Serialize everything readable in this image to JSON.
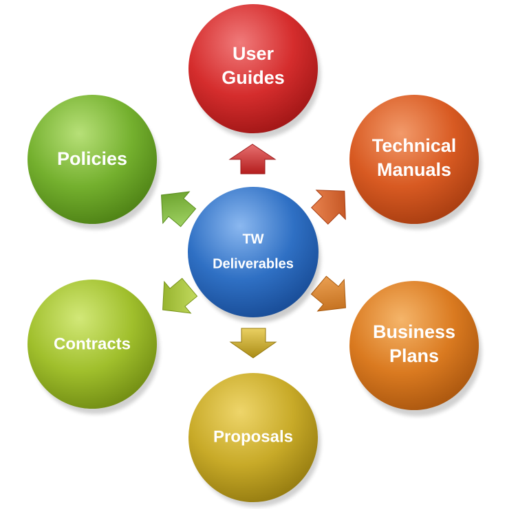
{
  "diagram": {
    "center": {
      "line1": "TW",
      "line2": "Deliverables",
      "color": "#2f6fc0"
    },
    "nodes": [
      {
        "id": "user-guides",
        "line1": "User",
        "line2": "Guides",
        "color": "#d32a2a"
      },
      {
        "id": "technical-manuals",
        "line1": "Technical",
        "line2": "Manuals",
        "color": "#d85a22"
      },
      {
        "id": "business-plans",
        "line1": "Business",
        "line2": "Plans",
        "color": "#d9771f"
      },
      {
        "id": "proposals",
        "line1": "Proposals",
        "line2": "",
        "color": "#c4a626"
      },
      {
        "id": "contracts",
        "line1": "Contracts",
        "line2": "",
        "color": "#9cbb2a"
      },
      {
        "id": "policies",
        "line1": "Policies",
        "line2": "",
        "color": "#72ad2c"
      }
    ]
  }
}
